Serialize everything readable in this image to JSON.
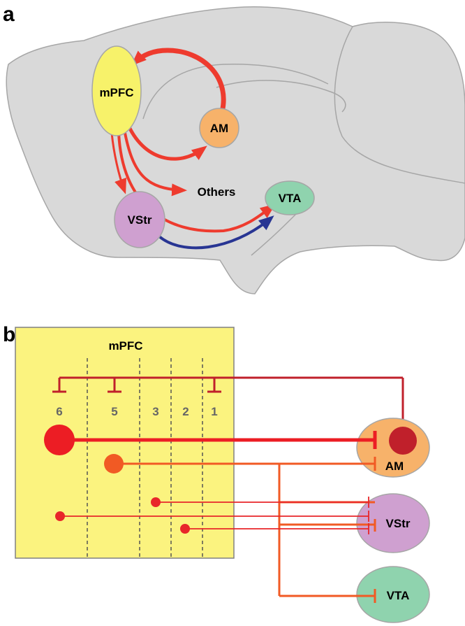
{
  "colors": {
    "brain": "#d9d9d9",
    "brain_outline": "#a6a6a6",
    "mpfc_fill": "#f7f26a",
    "am_fill": "#f7b26a",
    "vstr_fill": "#cfa0d0",
    "vta_fill": "#8fd3ae",
    "red_arrow": "#ee3b2e",
    "blue_arrow": "#283593",
    "deep_red": "#c0202b",
    "bright_red": "#ec1d24",
    "orange": "#f15a24",
    "red_line": "#e8262a",
    "box_fill": "#fbf37f",
    "layer_text": "#666666"
  },
  "panel_a": {
    "label": "a",
    "mpfc": "mPFC",
    "am": "AM",
    "others": "Others",
    "vstr": "VStr",
    "vta": "VTA"
  },
  "panel_b": {
    "label": "b",
    "mpfc": "mPFC",
    "layers": [
      "6",
      "5",
      "3",
      "2",
      "1"
    ],
    "am": "AM",
    "vstr": "VStr",
    "vta": "VTA"
  }
}
